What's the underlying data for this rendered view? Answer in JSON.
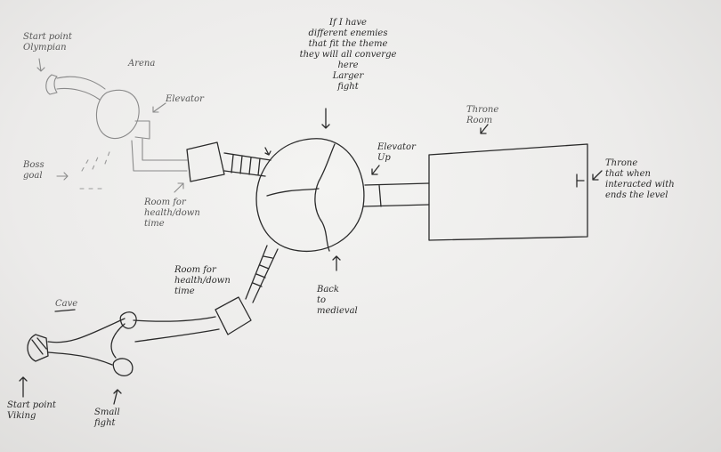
{
  "labels": {
    "start_olympian": "Start point\nOlympian",
    "arena": "Arena",
    "elevator_left": "Elevator",
    "boss_goal": "Boss\ngoal",
    "room_top": "Room for\nhealth/down\ntime",
    "enemies_note": "If I have\ndifferent enemies\nthat fit the theme\nthey will all converge\nhere\nLarger\nfight",
    "elevator_up": "Elevator\nUp",
    "throne_room": "Throne\nRoom",
    "throne_note": "Throne\nthat when\ninteracted with\nends the level",
    "back_medieval": "Back\nto\nmedieval",
    "room_bottom": "Room for\nhealth/down\ntime",
    "cave": "Cave",
    "start_viking": "Start point\nViking",
    "small_fight": "Small\nfight"
  }
}
